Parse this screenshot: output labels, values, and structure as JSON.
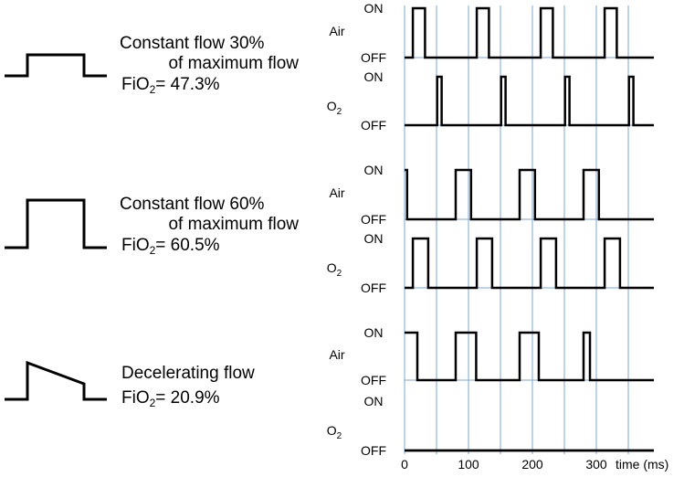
{
  "panels": [
    {
      "caption": [
        "Constant flow 30%",
        "of maximum flow"
      ],
      "fio2_prefix": "FiO",
      "fio2_sub": "2",
      "fio2_value": "= 47.3%",
      "air_label": "Air",
      "o2_label": "O",
      "o2_sub": "2",
      "on_label": "ON",
      "off_label": "OFF",
      "air_pulses_ms": [
        [
          13,
          32
        ],
        [
          113,
          132
        ],
        [
          213,
          232
        ],
        [
          313,
          332
        ]
      ],
      "o2_pulses_ms": [
        [
          51,
          58
        ],
        [
          151,
          158
        ],
        [
          251,
          258
        ],
        [
          351,
          358
        ]
      ]
    },
    {
      "caption": [
        "Constant flow 60%",
        "of maximum flow"
      ],
      "fio2_prefix": "FiO",
      "fio2_sub": "2",
      "fio2_value": "= 60.5%",
      "air_label": "Air",
      "o2_label": "O",
      "o2_sub": "2",
      "on_label": "ON",
      "off_label": "OFF",
      "air_pulses_ms": [
        [
          -20,
          4
        ],
        [
          80,
          104
        ],
        [
          180,
          204
        ],
        [
          280,
          304
        ]
      ],
      "o2_pulses_ms": [
        [
          13,
          37
        ],
        [
          113,
          137
        ],
        [
          213,
          237
        ],
        [
          313,
          337
        ]
      ]
    },
    {
      "caption": [
        "Decelerating flow"
      ],
      "fio2_prefix": "FiO",
      "fio2_sub": "2",
      "fio2_value": "= 20.9%",
      "air_label": "Air",
      "o2_label": "O",
      "o2_sub": "2",
      "on_label": "ON",
      "off_label": "OFF",
      "air_pulses_ms": [
        [
          -20,
          20
        ],
        [
          80,
          112
        ],
        [
          180,
          210
        ],
        [
          280,
          290
        ]
      ],
      "o2_pulses_ms": []
    }
  ],
  "axis": {
    "ticks": [
      "0",
      "100",
      "200",
      "300"
    ],
    "tick_values_ms": [
      0,
      100,
      200,
      300
    ],
    "label": "time (ms)",
    "gridline_ms": [
      0,
      50,
      100,
      150,
      200,
      250,
      300,
      350
    ]
  },
  "colors": {
    "grid": "#7aa7d6",
    "trace": "#000000"
  }
}
